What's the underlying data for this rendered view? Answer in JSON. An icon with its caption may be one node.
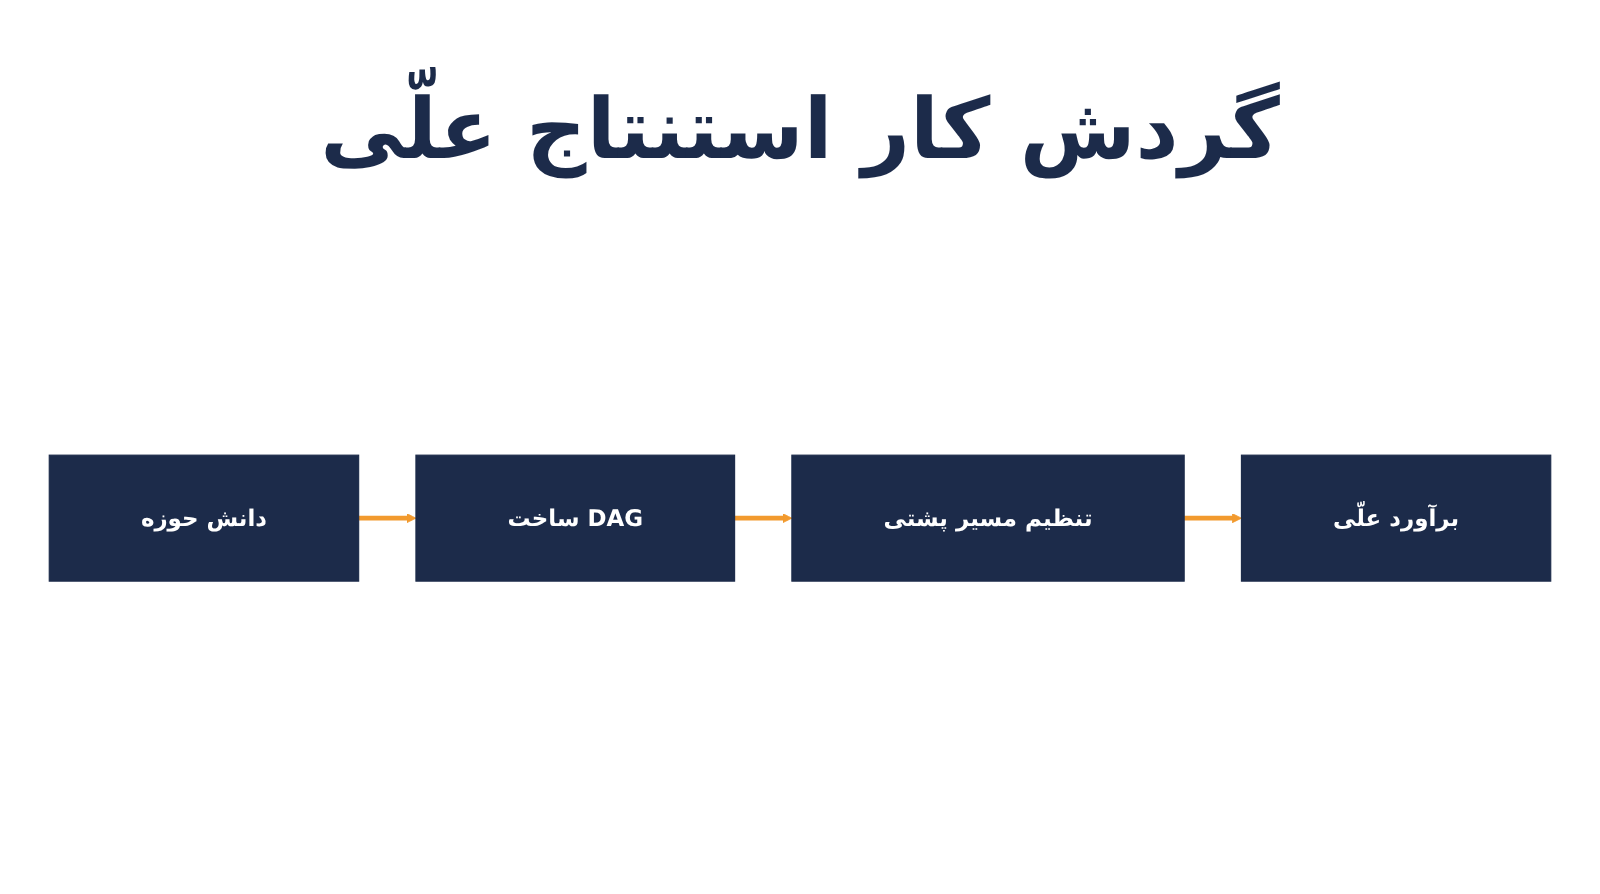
{
  "diagram": {
    "title": "گردش کار استنتاج علّی",
    "nodes": [
      {
        "text": [
          "دانش حوزه"
        ]
      },
      {
        "text": [
          "ساخت DAG"
        ]
      },
      {
        "text": [
          "تنظیم مسیر پشتی"
        ]
      },
      {
        "text": [
          "برآورد علّی"
        ]
      }
    ],
    "edges": [
      {
        "from": 0,
        "to": 1,
        "arrow": "to"
      },
      {
        "from": 1,
        "to": 2,
        "arrow": "to"
      },
      {
        "from": 2,
        "to": 3,
        "arrow": "to"
      }
    ]
  }
}
